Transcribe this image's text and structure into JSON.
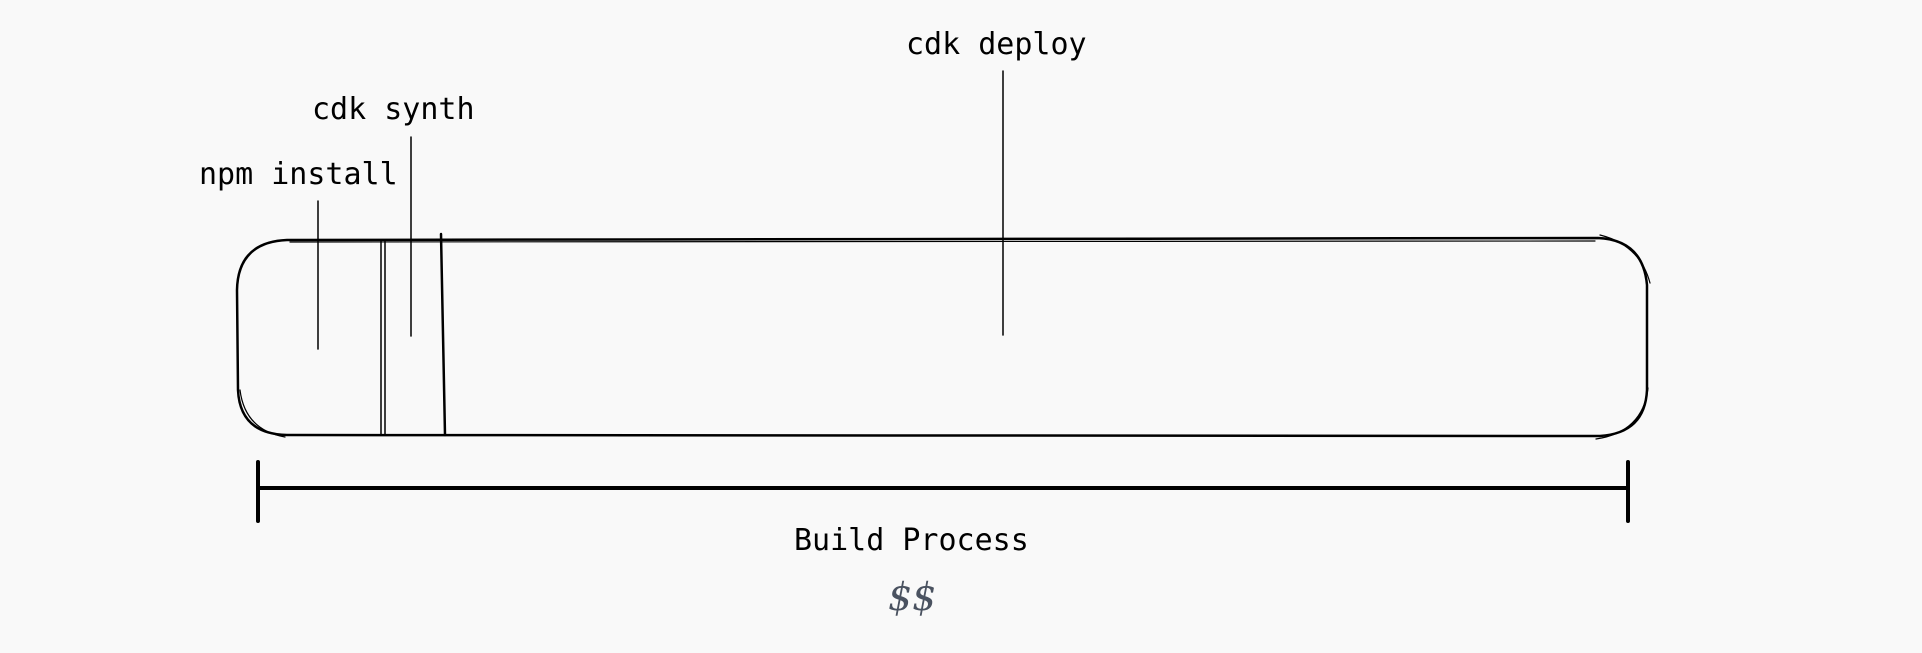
{
  "labels": {
    "npm_install": "npm install",
    "cdk_synth": "cdk synth",
    "cdk_deploy": "cdk deploy",
    "build_process": "Build Process",
    "cost": "$$"
  },
  "colors": {
    "background": "#f9f9f9",
    "stroke": "#000000",
    "cost_text": "#4a5260"
  }
}
